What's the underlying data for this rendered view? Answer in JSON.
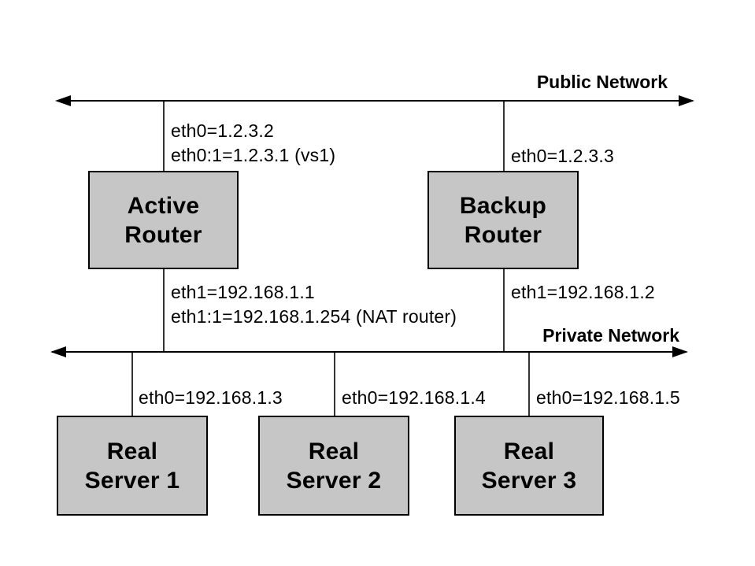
{
  "colors": {
    "background": "#ffffff",
    "box_fill": "#c6c6c6",
    "line": "#000000",
    "text": "#000000"
  },
  "networks": {
    "public": {
      "label": "Public Network"
    },
    "private": {
      "label": "Private Network"
    }
  },
  "routers": {
    "active": {
      "name_line1": "Active",
      "name_line2": "Router",
      "public_if_1": "eth0=1.2.3.2",
      "public_if_2": "eth0:1=1.2.3.1 (vs1)",
      "private_if_1": "eth1=192.168.1.1",
      "private_if_2": "eth1:1=192.168.1.254 (NAT router)"
    },
    "backup": {
      "name_line1": "Backup",
      "name_line2": "Router",
      "public_if_1": "eth0=1.2.3.3",
      "private_if_1": "eth1=192.168.1.2"
    }
  },
  "servers": [
    {
      "name_line1": "Real",
      "name_line2": "Server 1",
      "if_label": "eth0=192.168.1.3"
    },
    {
      "name_line1": "Real",
      "name_line2": "Server 2",
      "if_label": "eth0=192.168.1.4"
    },
    {
      "name_line1": "Real",
      "name_line2": "Server 3",
      "if_label": "eth0=192.168.1.5"
    }
  ]
}
